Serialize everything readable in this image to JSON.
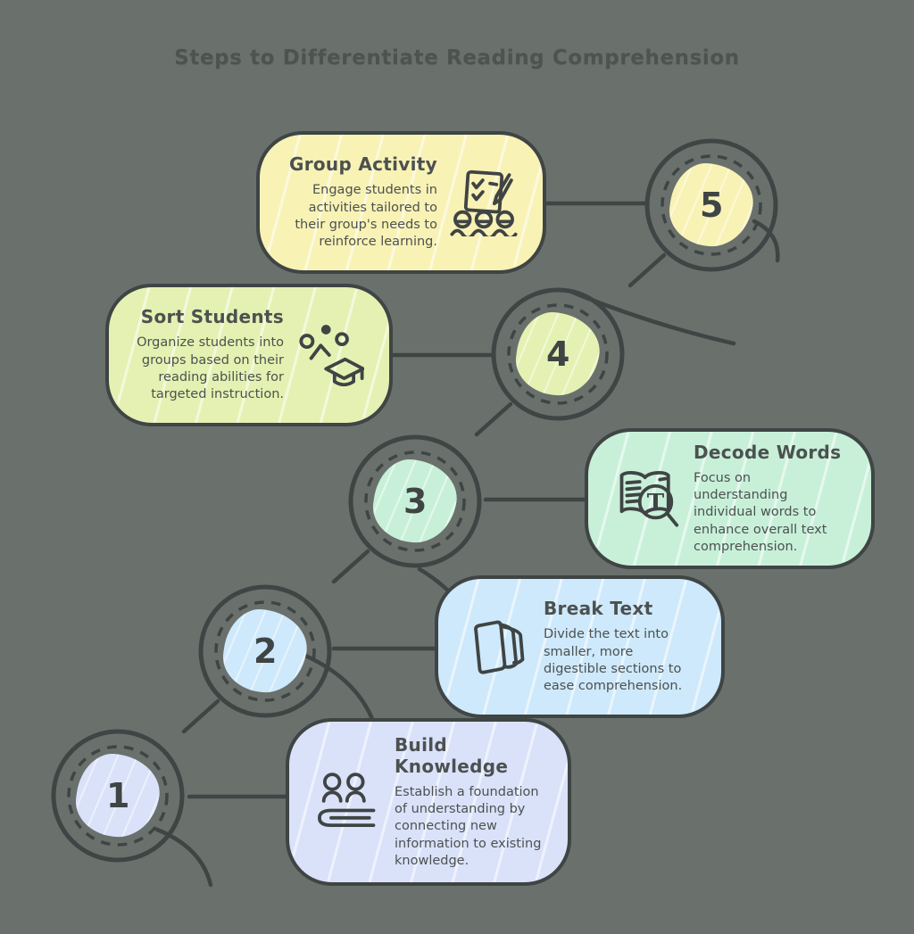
{
  "title": "Steps to Differentiate Reading Comprehension",
  "theme": {
    "bg": "#6a706c",
    "line": "#3f4444",
    "text": "#4c5150",
    "title-color": "#4d534f"
  },
  "steps": [
    {
      "num": "1",
      "title": "Build Knowledge",
      "desc": "Establish a foundation of understanding by connecting new information to existing knowledge.",
      "color": "#dae2fa",
      "icon": "people-with-book-icon"
    },
    {
      "num": "2",
      "title": "Break Text",
      "desc": "Divide the text into smaller, more digestible sections to ease comprehension.",
      "color": "#cee9fb",
      "icon": "book-pages-icon"
    },
    {
      "num": "3",
      "title": "Decode Words",
      "desc": "Focus on understanding individual words to enhance overall text comprehension.",
      "color": "#c8f0d9",
      "icon": "book-magnifier-icon",
      "icon_letter": "T"
    },
    {
      "num": "4",
      "title": "Sort Students",
      "desc": "Organize students into groups based on their reading abilities for targeted instruction.",
      "color": "#e4f1b2",
      "icon": "sort-graduation-icon"
    },
    {
      "num": "5",
      "title": "Group Activity",
      "desc": "Engage students in activities tailored to their group's needs to reinforce learning.",
      "color": "#f8f2b5",
      "icon": "checklist-group-icon"
    }
  ]
}
